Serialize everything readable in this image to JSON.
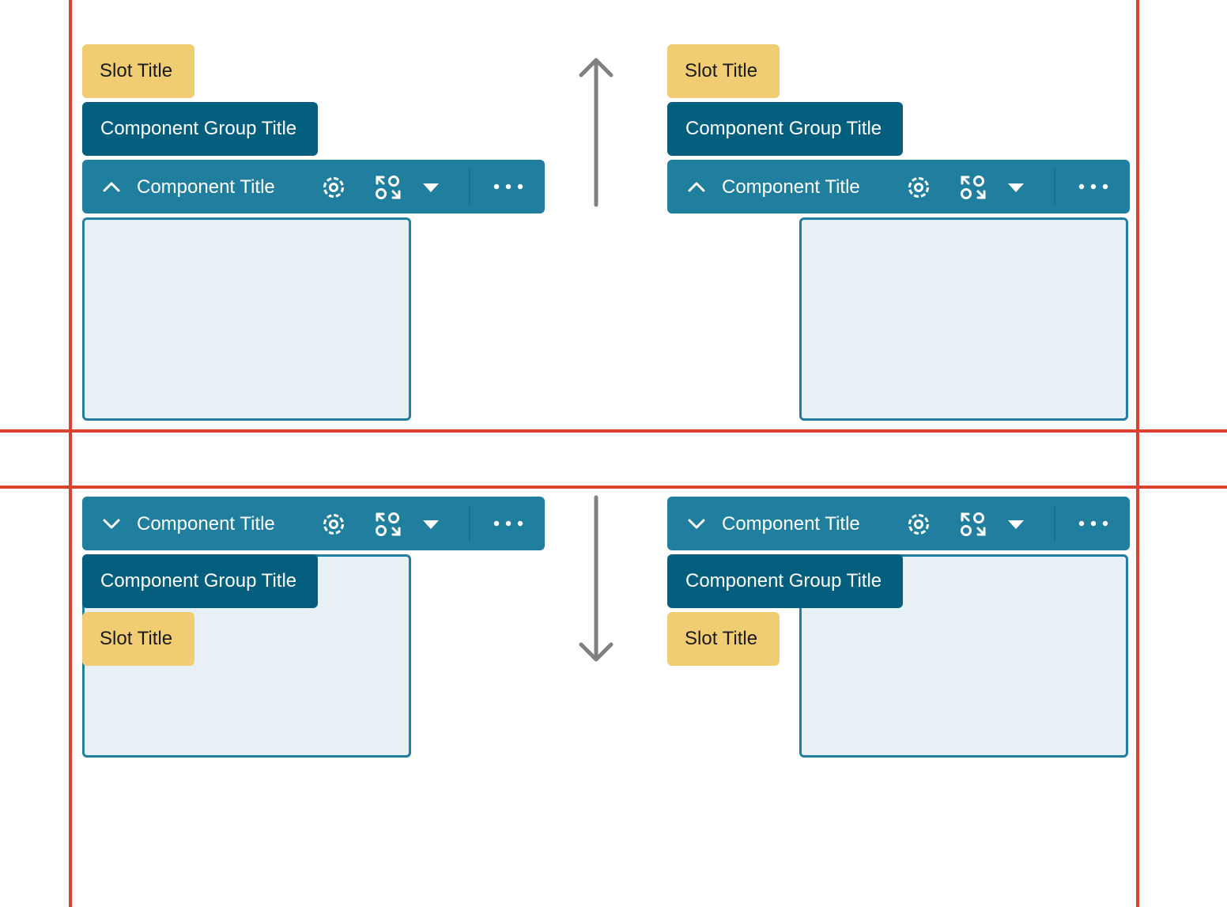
{
  "colors": {
    "guide_red": "#d9432f",
    "slot_yellow": "#f0cd72",
    "group_dark_teal": "#045f7e",
    "header_teal": "#207f9f",
    "panel_fill": "#e7f0f4",
    "panel_border": "#227ea0",
    "arrow_gray": "#808080"
  },
  "slot_title": "Slot Title",
  "component_group_title": "Component Group Title",
  "component_title": "Component Title",
  "icons": {
    "collapse": "chevron-up-icon",
    "expand": "chevron-down-icon",
    "settings": "gear-icon",
    "swap": "swap-settings-icon",
    "dropdown": "caret-down-icon",
    "more": "more-dots-icon",
    "up_arrow": "arrow-up-icon",
    "down_arrow": "arrow-down-icon"
  }
}
